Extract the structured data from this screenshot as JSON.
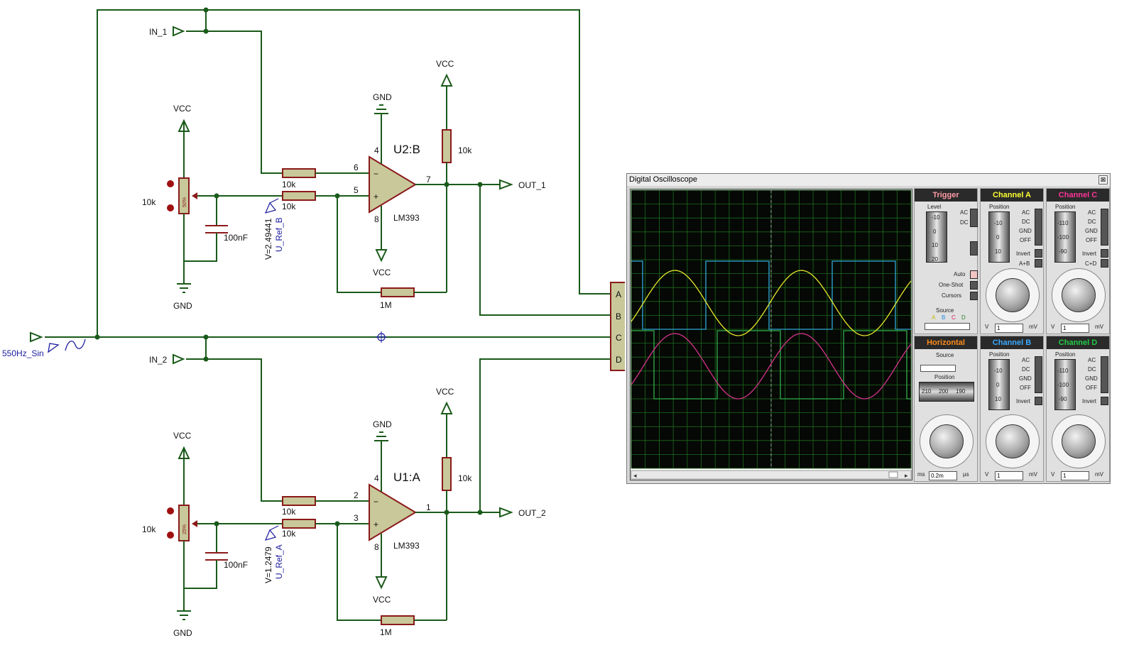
{
  "schematic": {
    "input_label": "550Hz_Sin",
    "in1": "IN_1",
    "in2": "IN_2",
    "out1": "OUT_1",
    "out2": "OUT_2",
    "vcc": "VCC",
    "gnd": "GND",
    "u2_name": "U2:B",
    "u1_name": "U1:A",
    "opamp_part": "LM393",
    "r10k": "10k",
    "r1m": "1M",
    "cap": "100nF",
    "pot_top_pct": "50%",
    "pot_bot_pct": "25%",
    "probe_top_v": "V=2.49441",
    "probe_top_name": "U_Ref_B",
    "probe_bot_v": "V=1.2479",
    "probe_bot_name": "U_Ref_A",
    "pin_u2_in_minus": "6",
    "pin_u2_in_plus": "5",
    "pin_u2_out": "7",
    "pin_u1_in_minus": "2",
    "pin_u1_in_plus": "3",
    "pin_u1_out": "1",
    "pin_pwr": "4",
    "pin_gnd": "8",
    "osc_inputs": [
      "A",
      "B",
      "C",
      "D"
    ]
  },
  "oscilloscope": {
    "title": "Digital Oscilloscope",
    "close": "⊠",
    "trigger": {
      "title": "Trigger",
      "level": "Level",
      "ac": "AC",
      "dc": "DC",
      "auto": "Auto",
      "oneshot": "One-Shot",
      "cursors": "Cursors",
      "source": "Source",
      "src_letters": [
        "A",
        "B",
        "C",
        "D"
      ],
      "roller_vals": [
        "-10",
        "0",
        "10",
        "20"
      ]
    },
    "channel_a": {
      "title": "Channel A",
      "position": "Position",
      "ac": "AC",
      "dc": "DC",
      "gnd": "GND",
      "off": "OFF",
      "invert": "Invert",
      "sum": "A+B",
      "roller_vals": [
        "-10",
        "0",
        "10"
      ],
      "value": "1",
      "unit": "mV",
      "v": "V"
    },
    "channel_c": {
      "title": "Channel C",
      "position": "Position",
      "ac": "AC",
      "dc": "DC",
      "gnd": "GND",
      "off": "OFF",
      "invert": "Invert",
      "sum": "C+D",
      "roller_vals": [
        "-110",
        "-100",
        "-90"
      ],
      "value": "1",
      "unit": "mV",
      "v": "V"
    },
    "horizontal": {
      "title": "Horizontal",
      "source": "Source",
      "position": "Position",
      "pos_vals": [
        "210",
        "200",
        "190"
      ],
      "value": "0.2m",
      "unit_l": "ms",
      "unit_r": "µs"
    },
    "channel_b": {
      "title": "Channel B",
      "position": "Position",
      "ac": "AC",
      "dc": "DC",
      "gnd": "GND",
      "off": "OFF",
      "invert": "Invert",
      "roller_vals": [
        "-10",
        "0",
        "10"
      ],
      "value": "1",
      "unit": "mV",
      "v": "V"
    },
    "channel_d": {
      "title": "Channel D",
      "position": "Position",
      "ac": "AC",
      "dc": "DC",
      "gnd": "GND",
      "off": "OFF",
      "invert": "Invert",
      "roller_vals": [
        "-110",
        "-100",
        "-90"
      ],
      "value": "1",
      "unit": "mV",
      "v": "V"
    },
    "colors": {
      "trigger": "#ff9aa6",
      "a": "#ffff33",
      "b": "#3ba9ff",
      "c": "#ff3399",
      "d": "#22cc44",
      "horizontal": "#ff8c1a",
      "trace_a": "#e6e62a",
      "trace_b": "#33a8d8",
      "trace_c": "#d6338c",
      "trace_d": "#33b04a",
      "grid": "#1d6b1d"
    }
  }
}
